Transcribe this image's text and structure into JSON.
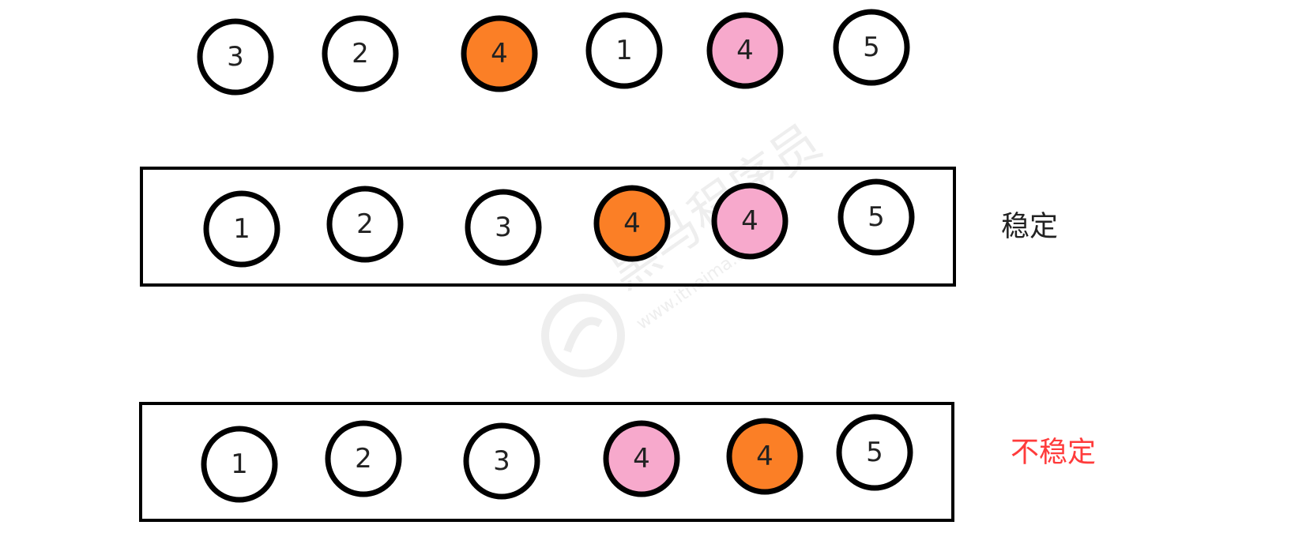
{
  "colors": {
    "orange": "#fb7f26",
    "pink": "#f7a9cc",
    "white": "#ffffff",
    "stable_label": "#222222",
    "unstable_label": "#ff3b3b"
  },
  "rows": [
    {
      "id": "original",
      "boxed": false,
      "label": "",
      "balls": [
        {
          "value": "3",
          "fill": "white"
        },
        {
          "value": "2",
          "fill": "white"
        },
        {
          "value": "4",
          "fill": "orange"
        },
        {
          "value": "1",
          "fill": "white"
        },
        {
          "value": "4",
          "fill": "pink"
        },
        {
          "value": "5",
          "fill": "white"
        }
      ]
    },
    {
      "id": "stable",
      "boxed": true,
      "label": "稳定",
      "label_color": "stable_label",
      "balls": [
        {
          "value": "1",
          "fill": "white"
        },
        {
          "value": "2",
          "fill": "white"
        },
        {
          "value": "3",
          "fill": "white"
        },
        {
          "value": "4",
          "fill": "orange"
        },
        {
          "value": "4",
          "fill": "pink"
        },
        {
          "value": "5",
          "fill": "white"
        }
      ]
    },
    {
      "id": "unstable",
      "boxed": true,
      "label": "不稳定",
      "label_color": "unstable_label",
      "balls": [
        {
          "value": "1",
          "fill": "white"
        },
        {
          "value": "2",
          "fill": "white"
        },
        {
          "value": "3",
          "fill": "white"
        },
        {
          "value": "4",
          "fill": "pink"
        },
        {
          "value": "4",
          "fill": "orange"
        },
        {
          "value": "5",
          "fill": "white"
        }
      ]
    }
  ],
  "watermark": {
    "text": "黑马程序员",
    "url": "www.itheima.com"
  }
}
